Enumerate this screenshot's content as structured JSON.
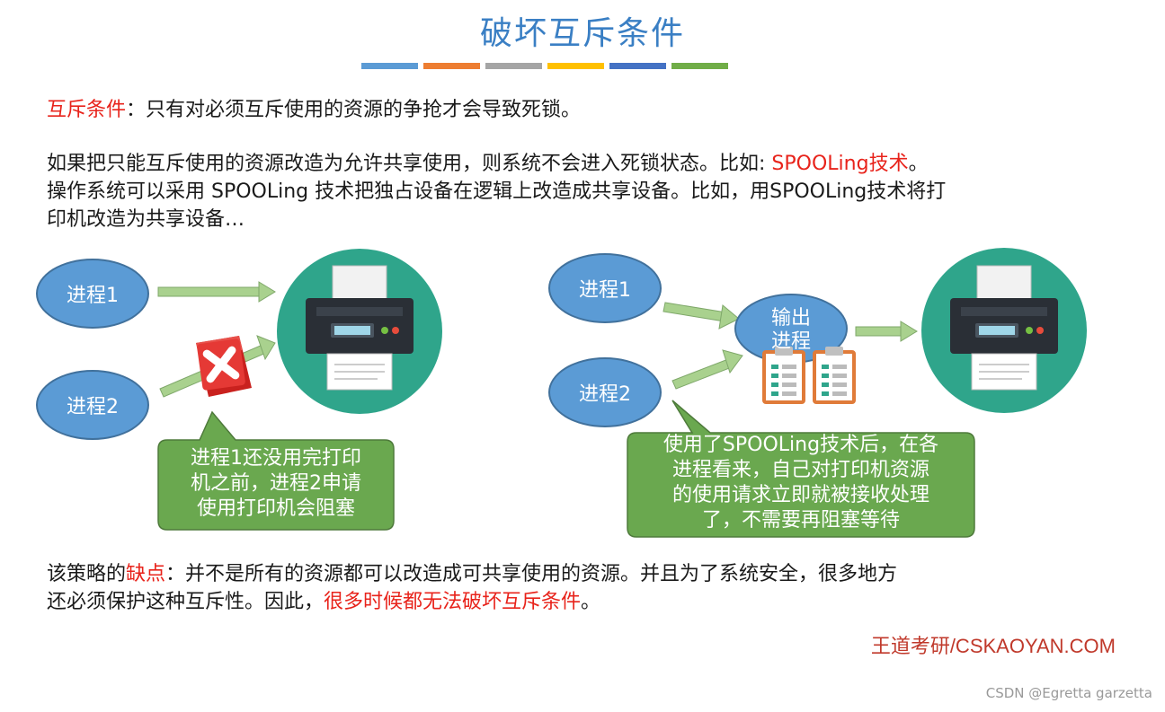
{
  "title": "破坏互斥条件",
  "title_bar_colors": [
    "#5b9bd5",
    "#ed7d31",
    "#a5a5a5",
    "#ffc000",
    "#4472c4",
    "#70ad47"
  ],
  "definition": {
    "term": "互斥条件",
    "text": "：只有对必须互斥使用的资源的争抢才会导致死锁。"
  },
  "explanation": {
    "line1_pre": "如果把只能互斥使用的资源改造为允许共享使用，则系统不会进入死锁状态。比如: ",
    "line1_highlight": "SPOOLing技术",
    "line1_post": "。",
    "line2": "操作系统可以采用 SPOOLing 技术把独占设备在逻辑上改造成共享设备。比如，用SPOOLing技术将打",
    "line3": "印机改造为共享设备…"
  },
  "left_diagram": {
    "process1": "进程1",
    "process2": "进程2",
    "callout_lines": [
      "进程1还没用完打印",
      "机之前，进程2申请",
      "使用打印机会阻塞"
    ]
  },
  "right_diagram": {
    "process1": "进程1",
    "process2": "进程2",
    "output_process": "输出进程",
    "callout_lines": [
      "使用了SPOOLing技术后，在各",
      "进程看来，自己对打印机资源",
      "的使用请求立即就被接收处理",
      "了，不需要再阻塞等待"
    ]
  },
  "drawback": {
    "pre": "该策略的",
    "term": "缺点",
    "text": "：并不是所有的资源都可以改造成可共享使用的资源。并且为了系统安全，很多地方",
    "line2_pre": "还必须保护这种互斥性。因此，",
    "line2_highlight": "很多时候都无法破坏互斥条件",
    "line2_post": "。"
  },
  "brand": "王道考研/CSKAOYAN.COM",
  "watermark": "CSDN @Egretta garzetta",
  "colors": {
    "accent_red": "#e8231b",
    "ellipse_fill": "#5b9bd5",
    "printer_circle": "#2fa58b",
    "callout_fill": "#6aa84f",
    "arrow_fill": "#a9d18e"
  }
}
